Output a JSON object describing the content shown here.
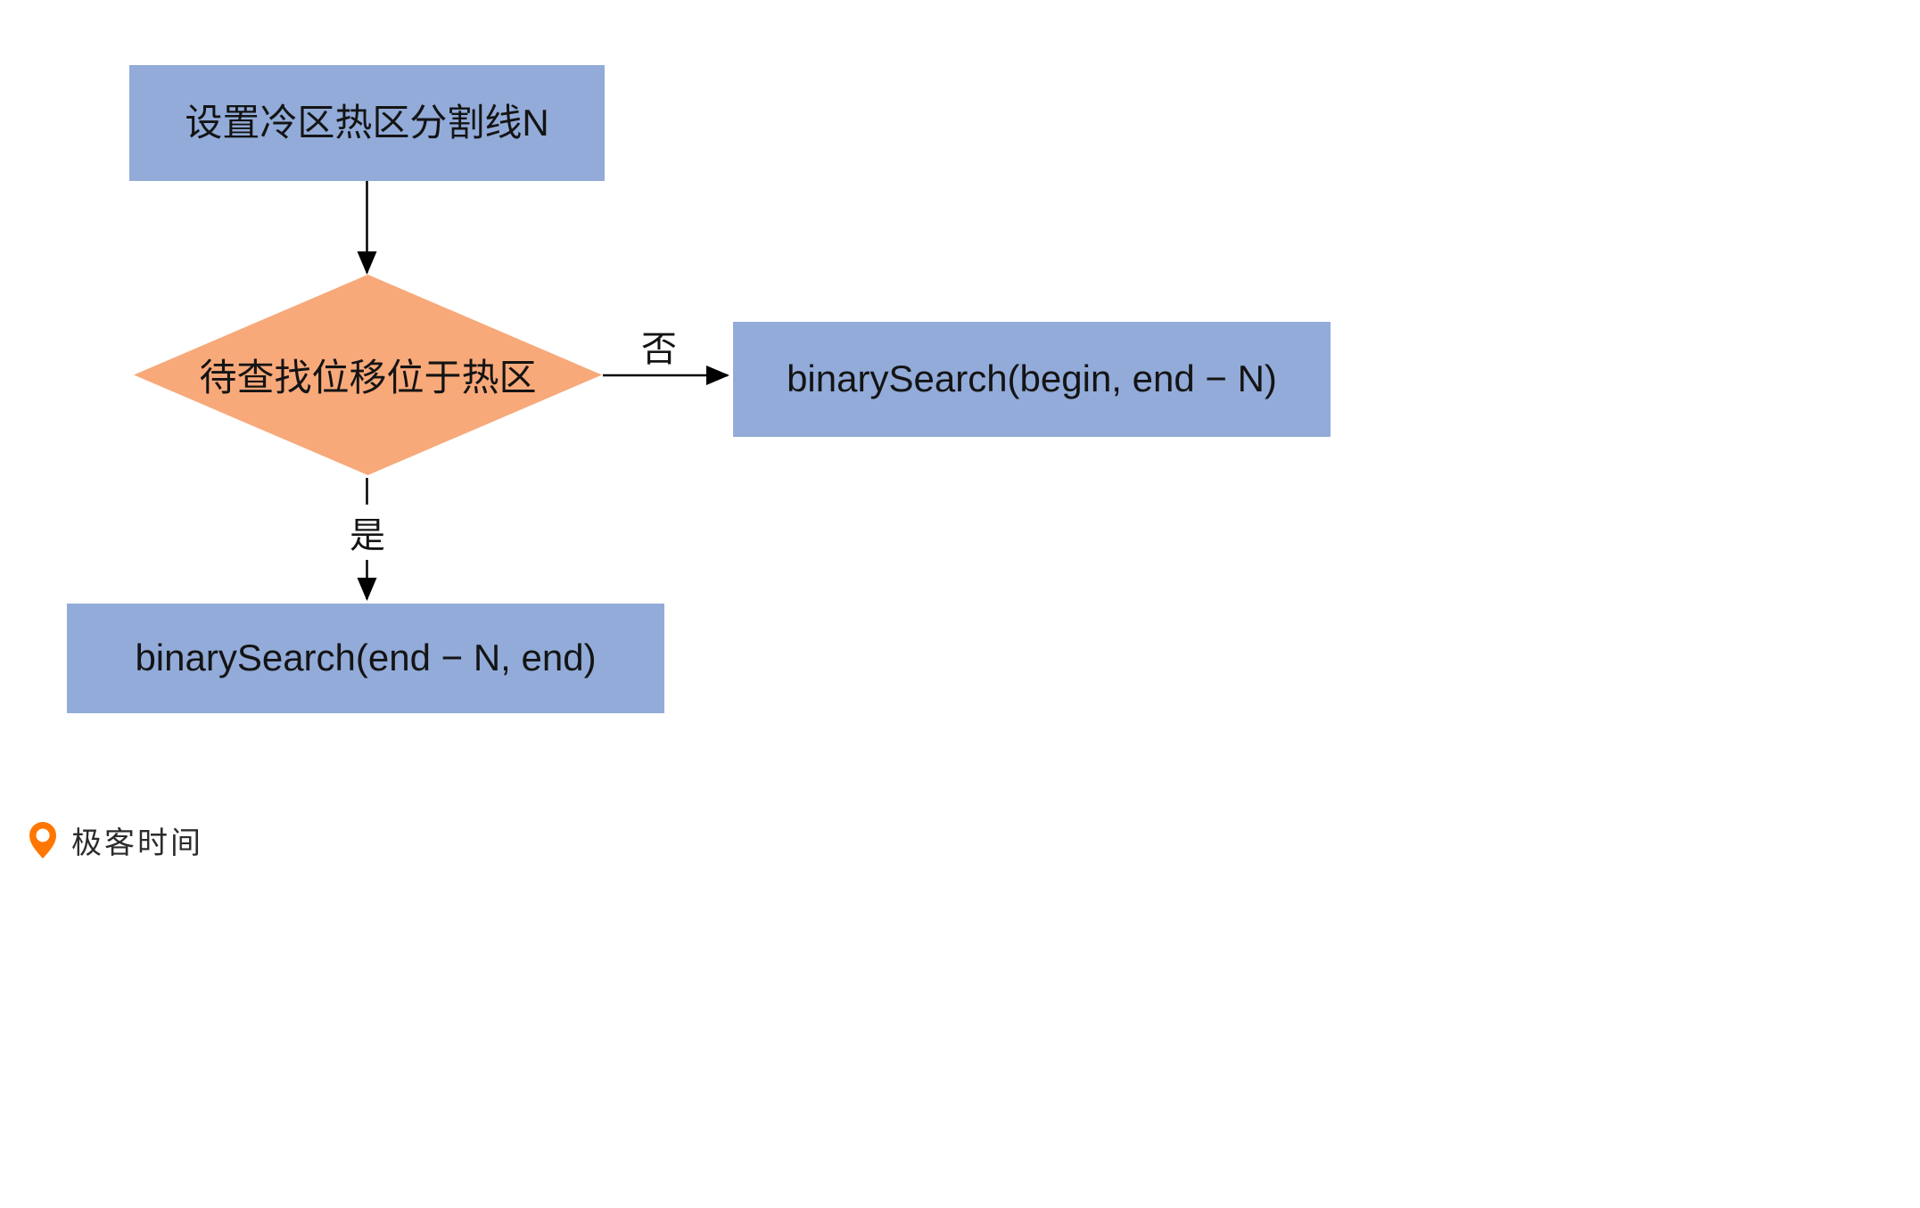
{
  "flowchart": {
    "start_label": "设置冷区热区分割线N",
    "decision_label": "待查找位移位于热区",
    "no_label": "否",
    "yes_label": "是",
    "no_branch_box": "binarySearch(begin, end − N)",
    "yes_branch_box": "binarySearch(end − N, end)"
  },
  "footer": {
    "brand": "极客时间"
  },
  "colors": {
    "box_blue": "#92abd9",
    "diamond_orange": "#f8a97a",
    "line_black": "#000000",
    "logo_orange": "#ff7600"
  },
  "icons": {
    "logo": "geektime-pin-icon",
    "arrowhead": "arrowhead-icon"
  }
}
